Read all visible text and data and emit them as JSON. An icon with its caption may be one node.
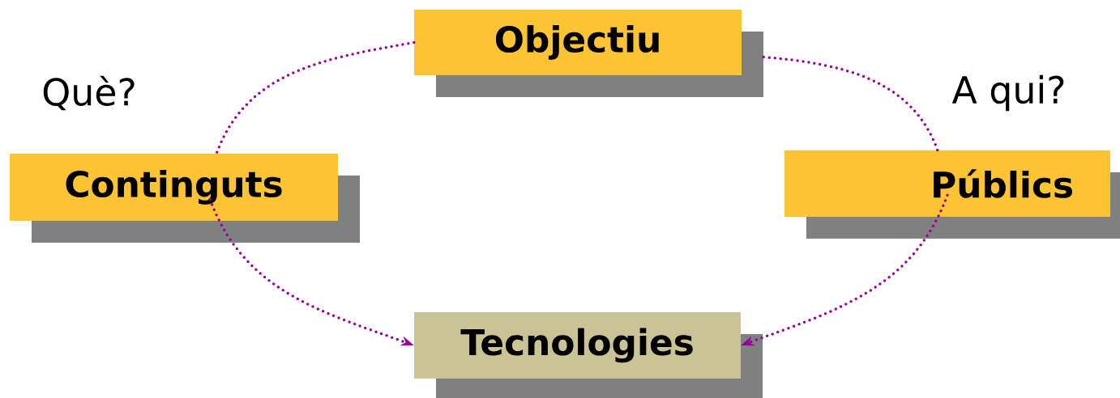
{
  "diagram": {
    "nodes": [
      {
        "text": [
          "Objectiu"
        ]
      },
      {
        "text": [
          "Continguts"
        ]
      },
      {
        "text": [
          "Públics"
        ]
      },
      {
        "text": [
          "Tecnologies"
        ]
      }
    ],
    "edges": [
      {
        "from": 0,
        "to": 1,
        "arrow": "none",
        "style": "dashed"
      },
      {
        "from": 0,
        "to": 2,
        "arrow": "none",
        "style": "dashed"
      },
      {
        "from": 1,
        "to": 3,
        "arrow": "to",
        "style": "dashed"
      },
      {
        "from": 2,
        "to": 3,
        "arrow": "to",
        "style": "dashed"
      }
    ],
    "labels": [
      "Què?",
      "A qui?"
    ]
  }
}
